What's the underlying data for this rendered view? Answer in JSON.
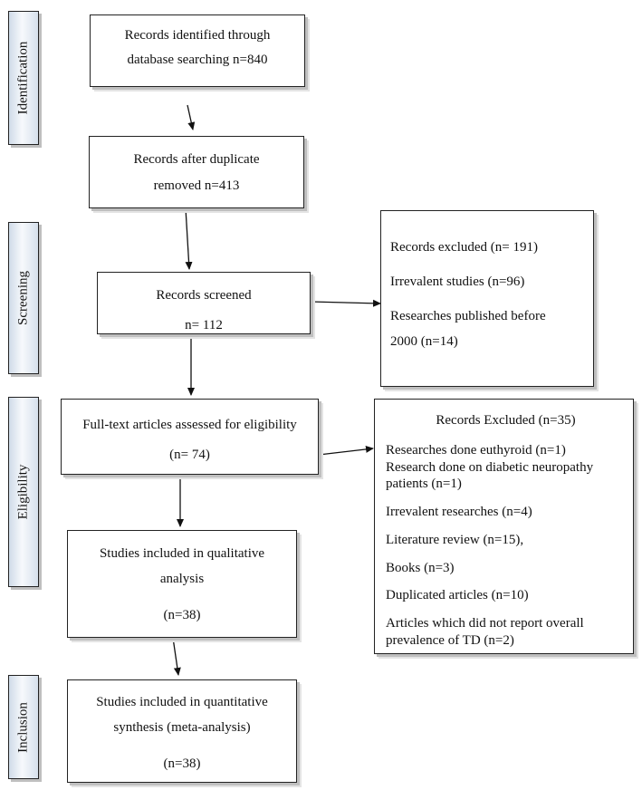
{
  "stages": {
    "identification": "Identification",
    "screening": "Screening",
    "eligibility": "Eligibility",
    "inclusion": "Inclusion"
  },
  "identified": {
    "line1": "Records identified through",
    "line2": "database searching n=840"
  },
  "after_duplicates": {
    "line1": "Records after duplicate",
    "line2": "removed n=413"
  },
  "screened": {
    "line1": "Records screened",
    "line2": "n= 112"
  },
  "excluded_screening": {
    "line1": "Records excluded (n= 191)",
    "line2": "Irrevalent studies (n=96)",
    "line3": "Researches published before",
    "line4": "2000 (n=14)"
  },
  "fulltext": {
    "line1": "Full-text articles assessed for eligibility",
    "line2": "(n= 74)"
  },
  "excluded_eligibility": {
    "title": "Records Excluded (n=35)",
    "item1": "Researches done euthyroid (n=1)",
    "item2a": "Research done on diabetic neuropathy",
    "item2b": "patients (n=1)",
    "item3": "Irrevalent researches (n=4)",
    "item4": "Literature review (n=15),",
    "item5": "Books (n=3)",
    "item6": "Duplicated articles (n=10)",
    "item7a": "Articles which did not report overall",
    "item7b": "prevalence of TD (n=2)"
  },
  "qualitative": {
    "line1": "Studies included in qualitative",
    "line2": "analysis",
    "line3": "(n=38)"
  },
  "quantitative": {
    "line1": "Studies included in quantitative",
    "line2": "synthesis (meta-analysis)",
    "line3": "(n=38)"
  }
}
